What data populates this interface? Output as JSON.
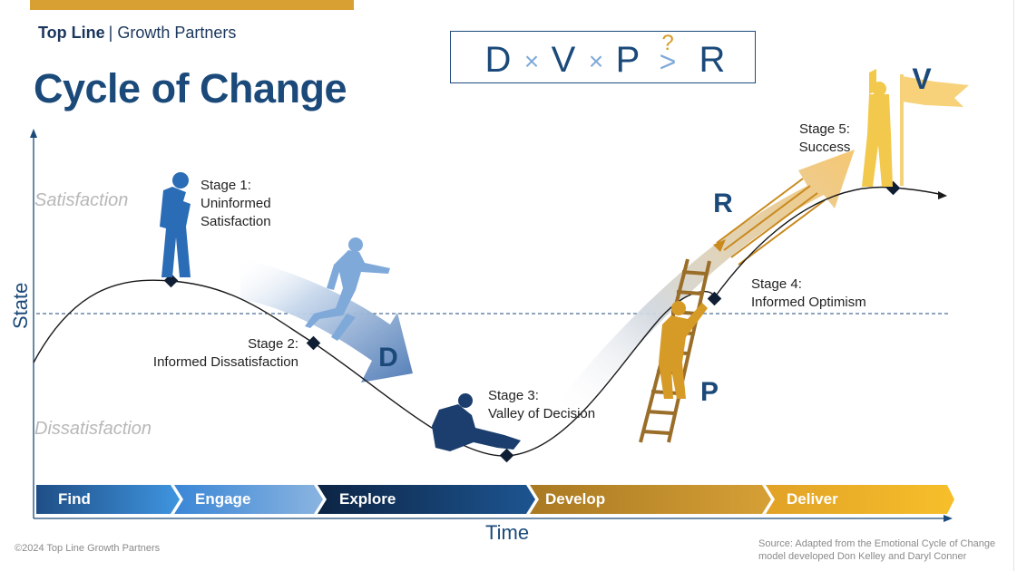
{
  "brand": {
    "name": "Top Line",
    "tagline": "Growth Partners"
  },
  "title": "Cycle of Change",
  "formula": {
    "d": "D",
    "v": "V",
    "p": "P",
    "r": "R",
    "times": "×",
    "greater": ">",
    "question": "?"
  },
  "y_levels": {
    "top": "Satisfaction",
    "bottom": "Dissatisfaction"
  },
  "axes": {
    "y": "State",
    "x": "Time"
  },
  "stages": [
    {
      "text": "Stage 1:\nUninformed\nSatisfaction"
    },
    {
      "text": "Stage 2:\nInformed Dissatisfaction"
    },
    {
      "text": "Stage 3:\nValley of Decision"
    },
    {
      "text": "Stage 4:\nInformed Optimism"
    },
    {
      "text": "Stage 5:\nSuccess"
    }
  ],
  "big_letters": {
    "d": "D",
    "r": "R",
    "p": "P",
    "v": "V"
  },
  "phases": [
    "Find",
    "Engage",
    "Explore",
    "Develop",
    "Deliver"
  ],
  "colors": {
    "navy": "#1b4a7a",
    "dark_navy": "#0e2a4a",
    "blue": "#2f7cc4",
    "light_blue": "#7fa9d9",
    "gold": "#d89a2a",
    "yellow": "#f2c94c",
    "brown": "#9a6e28"
  },
  "footer": {
    "copyright": "©2024 Top Line Growth Partners",
    "source": "Source: Adapted from the Emotional Cycle of Change\nmodel developed Don Kelley and Daryl Conner"
  }
}
